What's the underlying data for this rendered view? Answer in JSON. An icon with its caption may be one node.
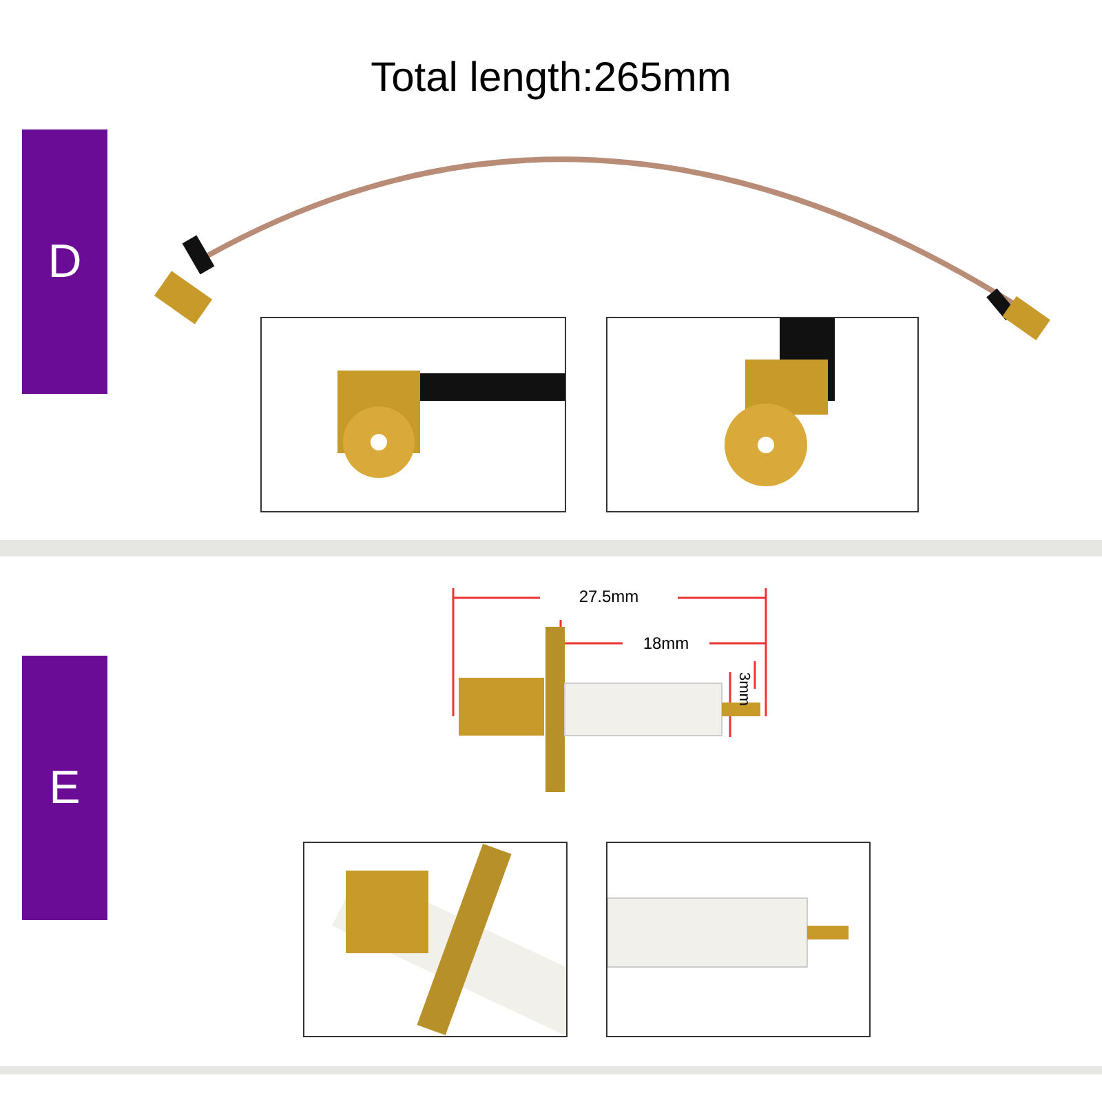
{
  "diagram": {
    "labels": [
      "Total length:265mm",
      "D",
      "27.5mm",
      "18mm",
      "3mm",
      "E"
    ]
  }
}
